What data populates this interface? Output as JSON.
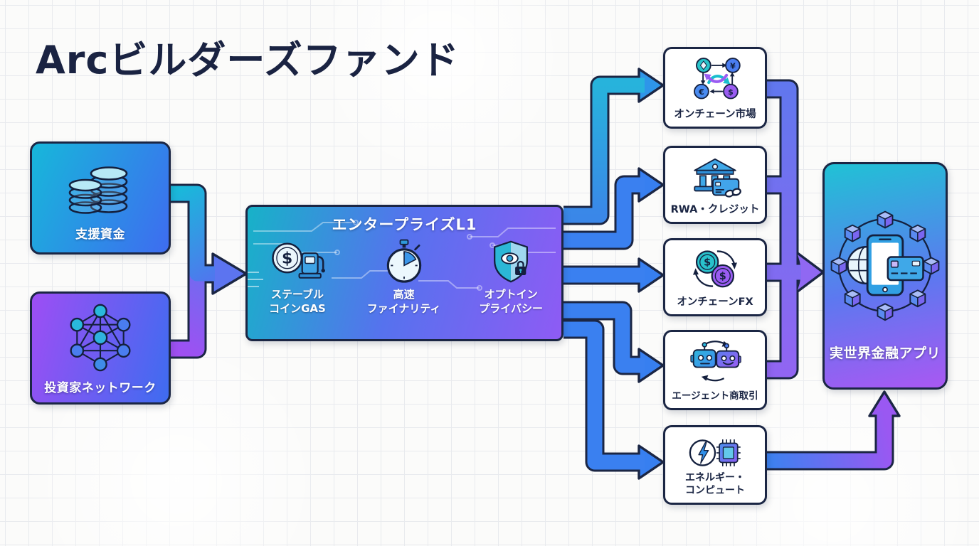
{
  "title": "Arcビルダーズファンド",
  "sources": [
    {
      "label": "支援資金",
      "icon": "coins-icon"
    },
    {
      "label": "投資家ネットワーク",
      "icon": "network-graph-icon"
    }
  ],
  "l1": {
    "title": "エンタープライズL1",
    "features": [
      {
        "line1": "ステーブル",
        "line2": "コインGAS",
        "icon": "gas-pump-dollar-icon"
      },
      {
        "line1": "高速",
        "line2": "ファイナリティ",
        "icon": "stopwatch-icon"
      },
      {
        "line1": "オプトイン",
        "line2": "プライバシー",
        "icon": "shield-eye-lock-icon"
      }
    ]
  },
  "use_cases": [
    {
      "label": "オンチェーン市場",
      "icon": "currency-exchange-icon"
    },
    {
      "label": "RWA・クレジット",
      "icon": "bank-credit-chain-icon"
    },
    {
      "label": "オンチェーンFX",
      "icon": "dollar-swap-icon"
    },
    {
      "label": "エージェント商取引",
      "icon": "robots-trade-icon"
    },
    {
      "line1": "エネルギー・",
      "line2": "コンピュート",
      "icon": "energy-chip-icon"
    }
  ],
  "destination": {
    "label": "実世界金融アプリ",
    "icon": "phone-globe-card-blockchain-icon"
  },
  "colors": {
    "navy": "#1b2644",
    "teal": "#1db9d9",
    "blue": "#377ff0",
    "purple": "#9a55f0",
    "grid_line": "#e8eaee",
    "background": "#fbfbfa",
    "white_box": "#ffffff"
  }
}
